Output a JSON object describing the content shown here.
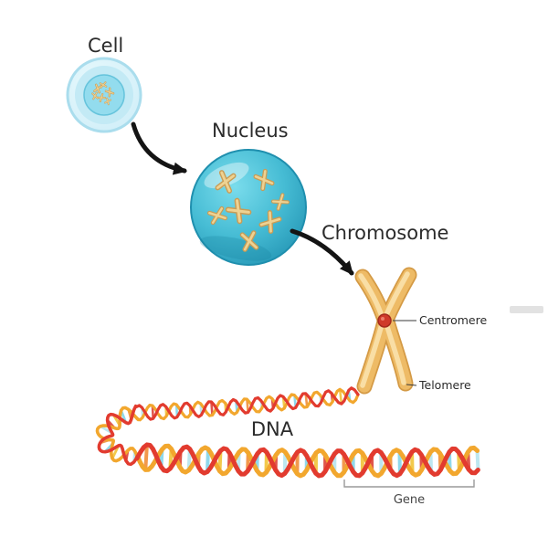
{
  "diagram": {
    "labels": {
      "cell": "Cell",
      "nucleus": "Nucleus",
      "chromosome": "Chromosome",
      "centromere": "Centromere",
      "telomere": "Telomere",
      "dna": "DNA",
      "gene": "Gene"
    },
    "colors": {
      "background": "#ffffff",
      "cell_light": "#eafafd",
      "cell_mid": "#cfeef8",
      "cell_rim": "#aadded",
      "cell_ring": "#c3eaf5",
      "cell_nucleus": "#93dcee",
      "cell_nucleus_rim": "#66c4dc",
      "nucleus_light": "#7adcec",
      "nucleus_mid": "#46bcd4",
      "nucleus_dark": "#2596b5",
      "nucleus_rim": "#1f8fae",
      "mini_chromosome": "#c99c55",
      "mini_chromosome_light": "#eed292",
      "chromosome_outline": "#d49a45",
      "chromosome_body": "#eebb66",
      "chromosome_highlight": "#f9e2ac",
      "centromere": "#cf3a2a",
      "centromere_dark": "#a52a1d",
      "arrow": "#141414",
      "label_text": "#2b2b2b",
      "leader_line": "#3a3a3a",
      "gene_bracket": "#9a9a9a",
      "gene_text": "#444444",
      "watermark": "#e2e2e2",
      "dna_strand_red": "#e23b2f",
      "dna_strand_orange": "#f2a72e",
      "dna_rung_colors": [
        "#8fd9ec",
        "#f2c94c",
        "#e0574b",
        "#bde7f0",
        "#f2994c"
      ]
    }
  }
}
